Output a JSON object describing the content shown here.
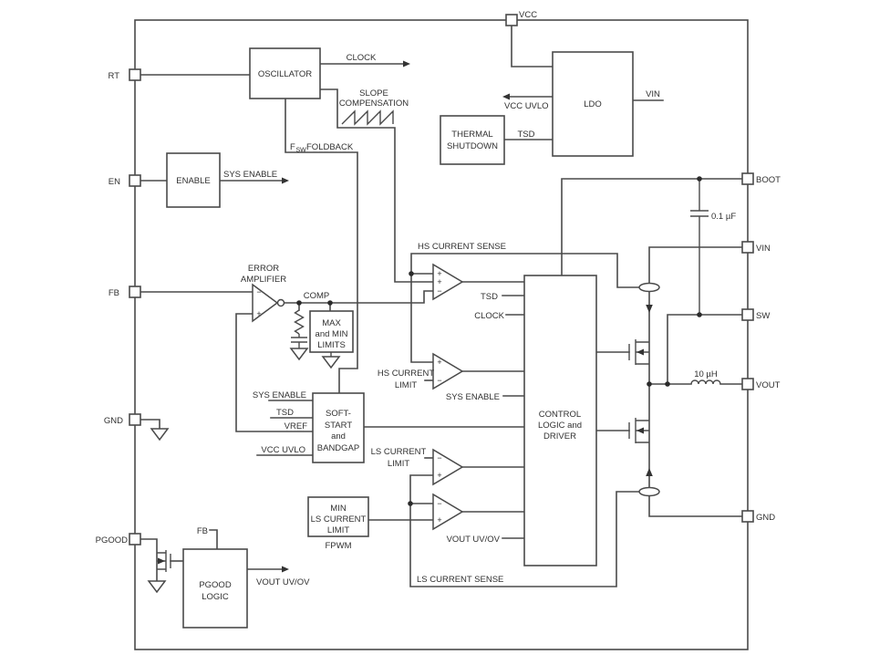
{
  "diagram": {
    "colors": {
      "ink": "#4a4a4a",
      "text": "#303030",
      "background": "#ffffff"
    },
    "pins": {
      "rt": "RT",
      "en": "EN",
      "fb": "FB",
      "gnd_left": "GND",
      "pgood": "PGOOD",
      "vcc": "VCC",
      "boot": "BOOT",
      "vin": "VIN",
      "sw": "SW",
      "vout": "VOUT",
      "gnd_right": "GND"
    },
    "blocks": {
      "oscillator": "OSCILLATOR",
      "enable": "ENABLE",
      "thermal_shutdown": [
        "THERMAL",
        "SHUTDOWN"
      ],
      "ldo": "LDO",
      "max_min_limits": [
        "MAX",
        "and MIN",
        "LIMITS"
      ],
      "soft_start": [
        "SOFT-",
        "START",
        "and",
        "BANDGAP"
      ],
      "min_ls_current_limit": [
        "MIN",
        "LS CURRENT",
        "LIMIT"
      ],
      "control_logic": [
        "CONTROL",
        "LOGIC and",
        "DRIVER"
      ],
      "pgood_logic": [
        "PGOOD",
        "LOGIC"
      ]
    },
    "signals": {
      "clock": "CLOCK",
      "slope_compensation": [
        "SLOPE",
        "COMPENSATION"
      ],
      "fsw_foldback": {
        "f": "F",
        "sub": "SW",
        "rest": "FOLDBACK"
      },
      "sys_enable": "SYS ENABLE",
      "error_amplifier": [
        "ERROR",
        "AMPLIFIER"
      ],
      "comp": "COMP",
      "hs_current_sense": "HS CURRENT SENSE",
      "ls_current_sense": "LS CURRENT SENSE",
      "hs_current_limit": [
        "HS CURRENT",
        "LIMIT"
      ],
      "ls_current_limit": [
        "LS CURRENT",
        "LIMIT"
      ],
      "tsd": "TSD",
      "vref": "VREF",
      "vcc_uvlo": "VCC UVLO",
      "vin_internal": "VIN",
      "vout_uv_ov": "VOUT UV/OV",
      "fpwm": "FPWM",
      "fb_internal": "FB",
      "boot_cap": "0.1 µF",
      "inductor": "10 µH",
      "plus": "+",
      "minus": "−"
    }
  }
}
